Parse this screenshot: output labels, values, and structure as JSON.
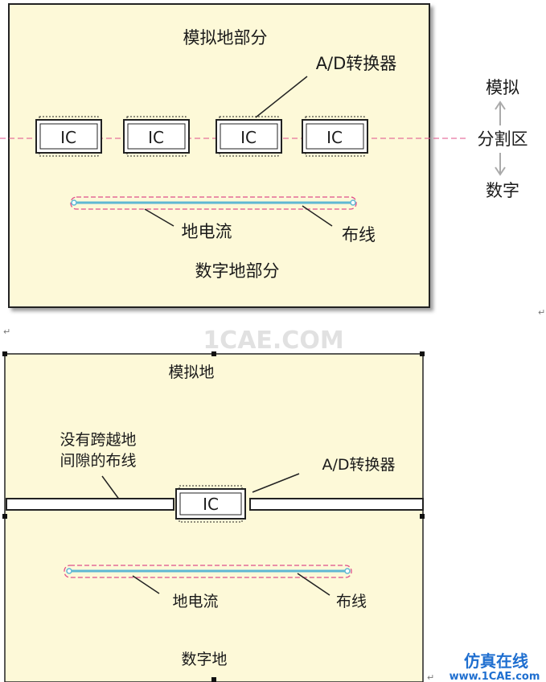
{
  "top": {
    "analog_title": "模拟地部分",
    "adc_label": "A/D转换器",
    "ic_labels": [
      "IC",
      "IC",
      "IC",
      "IC"
    ],
    "right_analog": "模拟",
    "right_partition": "分割区",
    "right_digital": "数字",
    "ground_current_label": "地电流",
    "trace_label": "布线",
    "digital_title": "数字地部分"
  },
  "bottom": {
    "analog_title": "模拟地",
    "no_cross_line1": "没有跨越地",
    "no_cross_line2": "间隙的布线",
    "adc_label": "A/D转换器",
    "ic_label": "IC",
    "ground_current_label": "地电流",
    "trace_label": "布线",
    "digital_title": "数字地"
  },
  "watermark_center": "1CAE.COM",
  "watermark_corner_line1": "仿真在线",
  "watermark_corner_line2": "www.1CAE.com",
  "colors": {
    "panel_fill": "#fdf9d8",
    "trace": "#5fb8d3",
    "current_dash": "#e0508a",
    "accent_blue": "#1f6fd0"
  }
}
